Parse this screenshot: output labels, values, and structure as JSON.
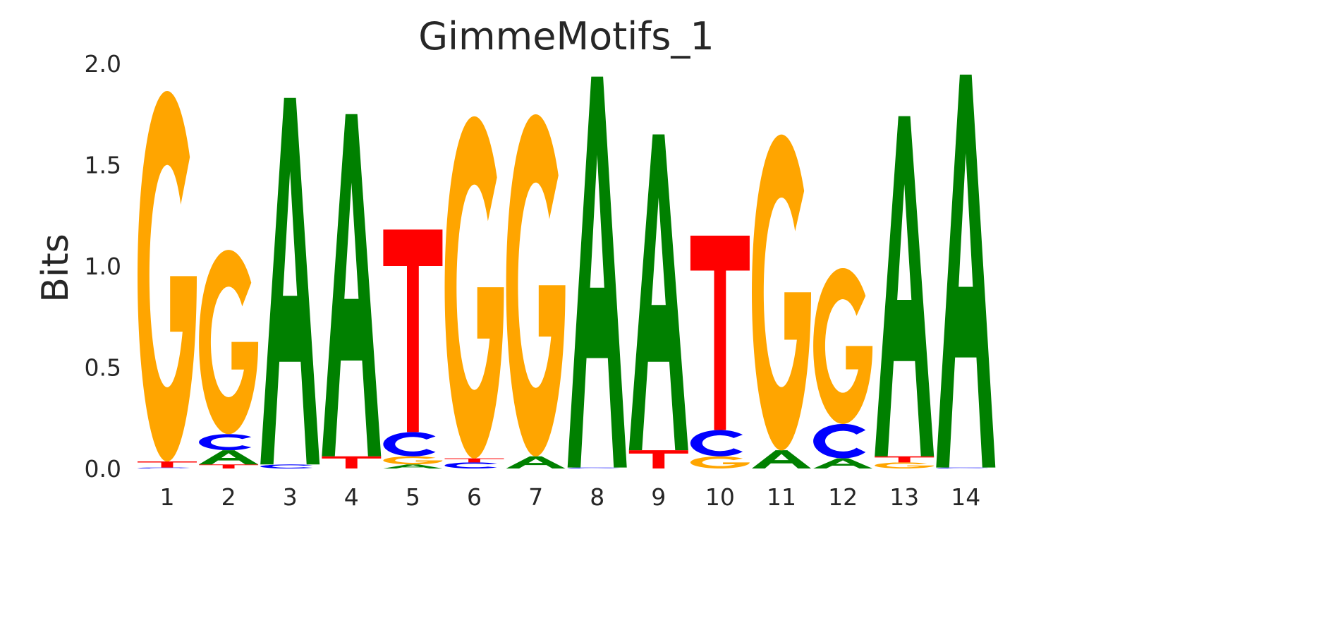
{
  "chart_data": {
    "type": "sequence-logo",
    "title": "GimmeMotifs_1",
    "xlabel": "",
    "ylabel": "Bits",
    "ylim": [
      0,
      2.0
    ],
    "yticks": [
      "0.0",
      "0.5",
      "1.0",
      "1.5",
      "2.0"
    ],
    "ytick_values": [
      0,
      0.5,
      1.0,
      1.5,
      2.0
    ],
    "xticks": [
      "1",
      "2",
      "3",
      "4",
      "5",
      "6",
      "7",
      "8",
      "9",
      "10",
      "11",
      "12",
      "13",
      "14"
    ],
    "grid": false,
    "colors": {
      "A": "#008000",
      "C": "#0000ff",
      "G": "#ffa500",
      "T": "#ff0000"
    },
    "positions": [
      [
        {
          "b": "C",
          "h": 0.005
        },
        {
          "b": "T",
          "h": 0.03
        },
        {
          "b": "G",
          "h": 1.83
        }
      ],
      [
        {
          "b": "T",
          "h": 0.02
        },
        {
          "b": "A",
          "h": 0.07
        },
        {
          "b": "C",
          "h": 0.08
        },
        {
          "b": "G",
          "h": 0.91
        }
      ],
      [
        {
          "b": "C",
          "h": 0.02
        },
        {
          "b": "A",
          "h": 1.81
        }
      ],
      [
        {
          "b": "T",
          "h": 0.06
        },
        {
          "b": "A",
          "h": 1.69
        }
      ],
      [
        {
          "b": "A",
          "h": 0.02
        },
        {
          "b": "G",
          "h": 0.04
        },
        {
          "b": "C",
          "h": 0.12
        },
        {
          "b": "T",
          "h": 1.0
        }
      ],
      [
        {
          "b": "C",
          "h": 0.03
        },
        {
          "b": "T",
          "h": 0.02
        },
        {
          "b": "G",
          "h": 1.69
        }
      ],
      [
        {
          "b": "A",
          "h": 0.06
        },
        {
          "b": "G",
          "h": 1.69
        }
      ],
      [
        {
          "b": "C",
          "h": 0.005
        },
        {
          "b": "A",
          "h": 1.93
        }
      ],
      [
        {
          "b": "T",
          "h": 0.09
        },
        {
          "b": "A",
          "h": 1.56
        }
      ],
      [
        {
          "b": "G",
          "h": 0.06
        },
        {
          "b": "C",
          "h": 0.13
        },
        {
          "b": "T",
          "h": 0.96
        }
      ],
      [
        {
          "b": "A",
          "h": 0.09
        },
        {
          "b": "G",
          "h": 1.56
        }
      ],
      [
        {
          "b": "A",
          "h": 0.05
        },
        {
          "b": "C",
          "h": 0.17
        },
        {
          "b": "G",
          "h": 0.77
        }
      ],
      [
        {
          "b": "G",
          "h": 0.03
        },
        {
          "b": "T",
          "h": 0.03
        },
        {
          "b": "A",
          "h": 1.68
        }
      ],
      [
        {
          "b": "C",
          "h": 0.005
        },
        {
          "b": "A",
          "h": 1.94
        }
      ]
    ]
  }
}
